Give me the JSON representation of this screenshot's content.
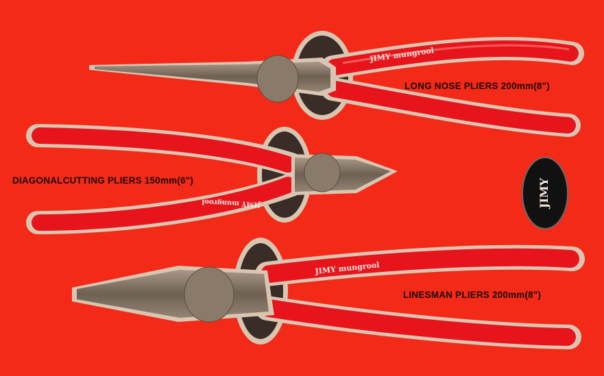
{
  "labels": {
    "long_nose": "LONG NOSE PLIERS 200mm(8\")",
    "diagonal": "DIAGONALCUTTING PLIERS 150mm(6\")",
    "linesman": "LINESMAN PLIERS 200mm(8\")"
  },
  "brand": {
    "name": "JIMY",
    "tagline": "mungrool"
  },
  "colors": {
    "background": "#f42a18",
    "handle": "#e8141c",
    "recess": "#d9c6b2",
    "metal": "#8c7c6c"
  }
}
